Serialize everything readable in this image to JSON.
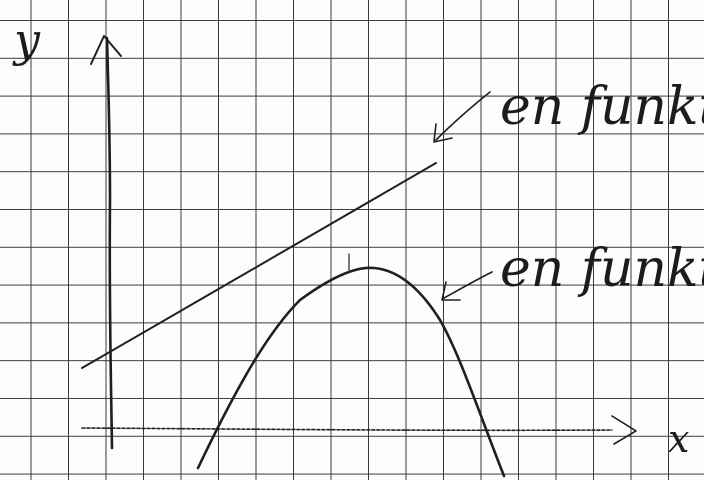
{
  "axes": {
    "y_label": "y",
    "x_label": "x"
  },
  "annotations": {
    "line_label": "en funkt",
    "curve_label": "en funkt"
  },
  "colors": {
    "ink": "#1f1f1f",
    "grid": "#3a3a3a",
    "paper": "#fdfdfb"
  }
}
